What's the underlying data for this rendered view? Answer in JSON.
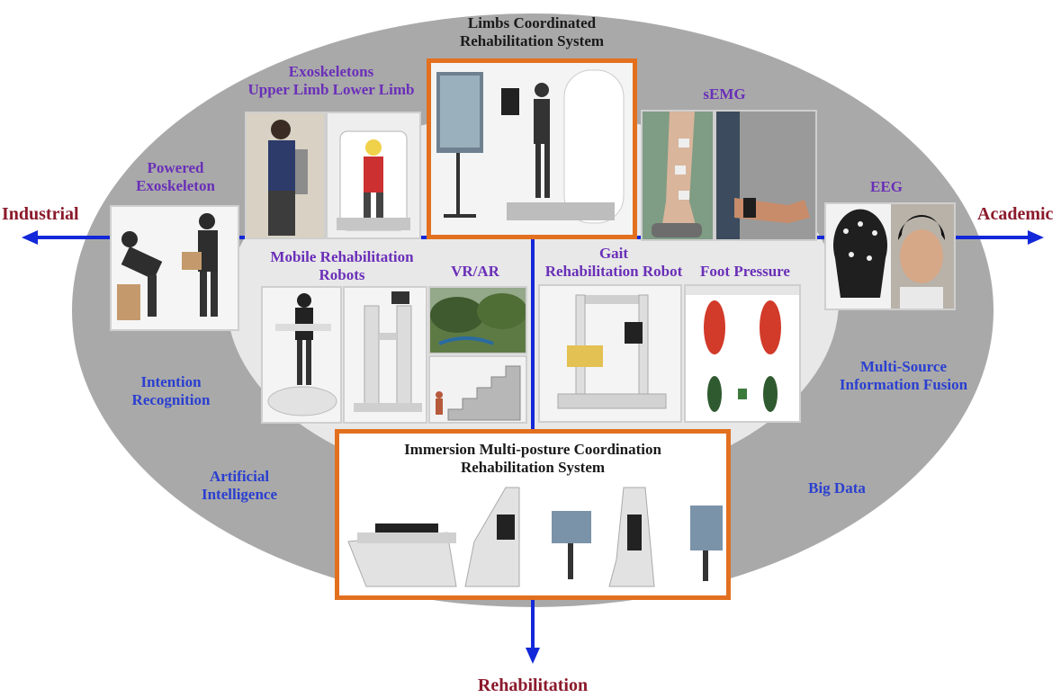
{
  "outer_labels": {
    "industrial": "Industrial",
    "academic": "Academic",
    "rehabilitation": "Rehabilitation"
  },
  "device_labels": {
    "limbs_coordinated": [
      "Limbs Coordinated",
      "Rehabilitation System"
    ],
    "exoskeletons": [
      "Exoskeletons",
      "Upper Limb Lower Limb"
    ],
    "powered_exoskeleton": [
      "Powered",
      "Exoskeleton"
    ],
    "semg": "sEMG",
    "eeg": "EEG",
    "mobile_rehab": [
      "Mobile Rehabilitation",
      "Robots"
    ],
    "vr_ar": "VR/AR",
    "gait_rehab": [
      "Gait",
      "Rehabilitation Robot"
    ],
    "foot_pressure": "Foot Pressure",
    "immersion": [
      "Immersion Multi-posture Coordination",
      "Rehabilitation System"
    ]
  },
  "technology_labels": {
    "intention_recognition": [
      "Intention",
      "Recognition"
    ],
    "artificial_intelligence": [
      "Artificial",
      "Intelligence"
    ],
    "multi_source": [
      "Multi-Source",
      "Information Fusion"
    ],
    "big_data": "Big Data"
  },
  "colors": {
    "outer_ellipse": "#a9a9a9",
    "inner_ellipse": "#e6e6e6",
    "arrow": "#1328d8",
    "highlight_border": "#e2701f",
    "purple_text": "#6a2fb8",
    "blue_text": "#2a3fd0",
    "maroon_text": "#8b1a2b"
  }
}
